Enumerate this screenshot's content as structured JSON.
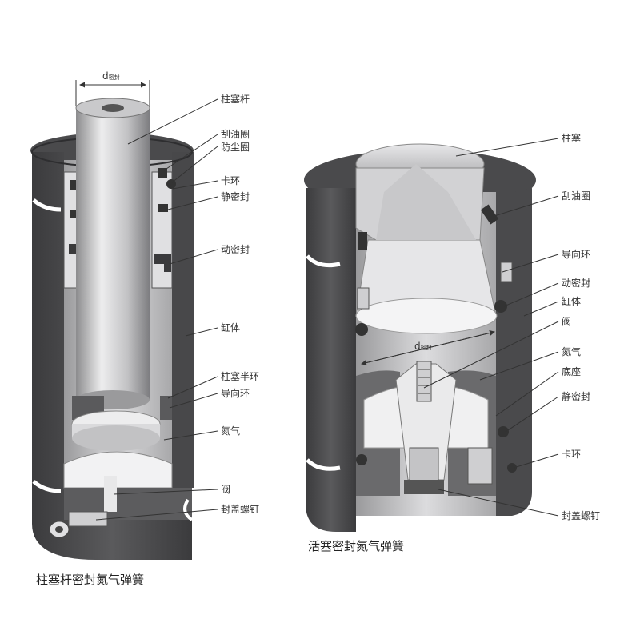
{
  "left_diagram": {
    "caption": "柱塞杆密封氮气弹簧",
    "dimension": {
      "symbol": "d",
      "subscript": "密封"
    },
    "labels": {
      "rod": "柱塞杆",
      "wiper": "刮油圈",
      "dust_seal": "防尘圈",
      "circlip": "卡环",
      "static_seal": "静密封",
      "dynamic_seal": "动密封",
      "cylinder": "缸体",
      "half_ring": "柱塞半环",
      "guide_ring": "导向环",
      "nitrogen": "氮气",
      "valve": "阀",
      "cap_screw": "封盖螺钉"
    }
  },
  "right_diagram": {
    "caption": "活塞密封氮气弹簧",
    "dimension": {
      "symbol": "d",
      "subscript": "密封"
    },
    "labels": {
      "plunger": "柱塞",
      "wiper": "刮油圈",
      "guide_ring": "导向环",
      "dynamic_seal": "动密封",
      "cylinder": "缸体",
      "valve": "阀",
      "nitrogen": "氮气",
      "base": "底座",
      "static_seal": "静密封",
      "circlip": "卡环",
      "cap_screw": "封盖螺钉"
    }
  },
  "colors": {
    "steel_dark": "#4a4a4c",
    "steel_mid": "#8a8a8c",
    "steel_light": "#d4d4d6",
    "leader": "#333333"
  }
}
